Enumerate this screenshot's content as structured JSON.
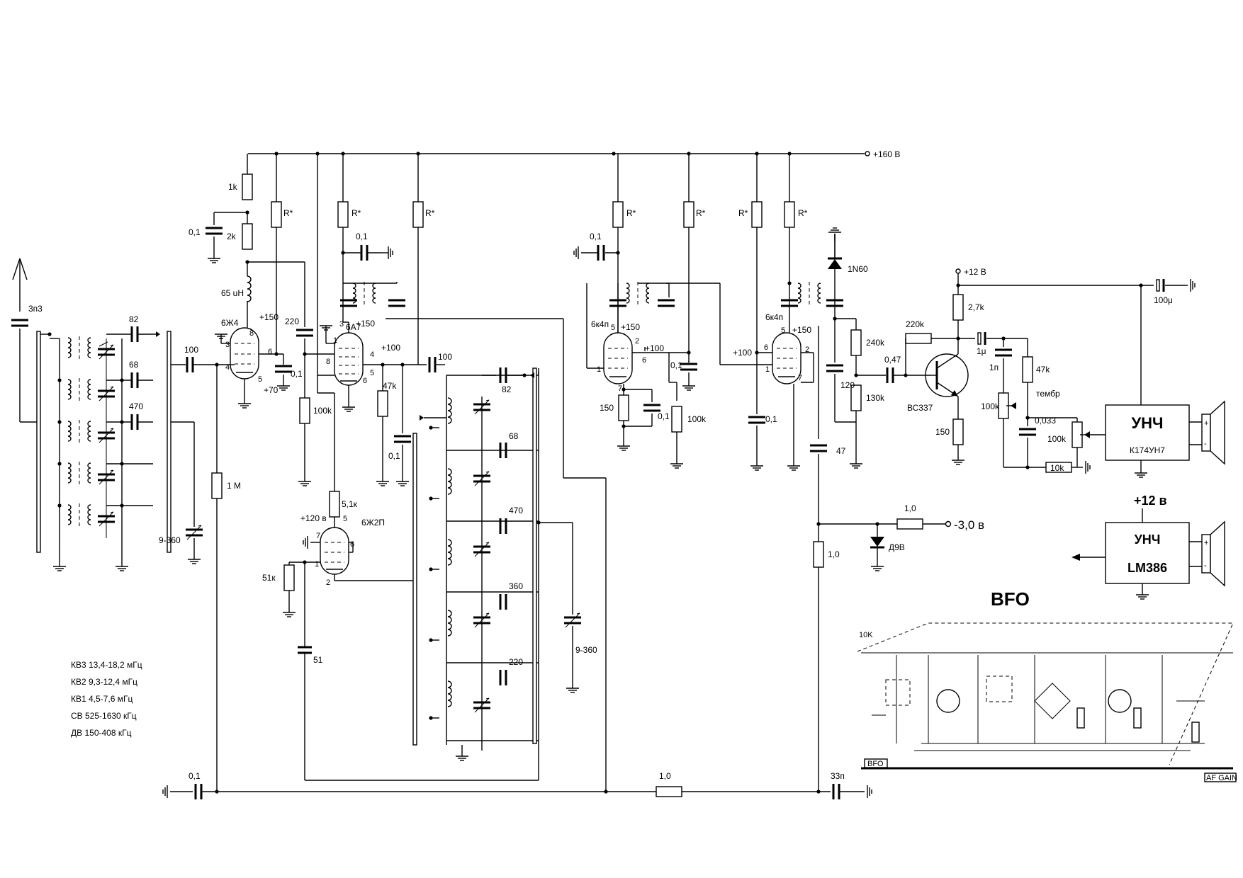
{
  "supply": {
    "main": "+160 В",
    "transistor": "+12 В"
  },
  "tubes": {
    "t1": {
      "type": "6Ж4",
      "pin_plate": "+150",
      "pin_screen": "+70"
    },
    "t2": {
      "type": "6А7",
      "pin_plate": "+150",
      "pin_screen": "+100"
    },
    "t3": {
      "type": "6к4п",
      "pin_plate": "+150",
      "pin_screen": "+100"
    },
    "t4": {
      "type": "6к4п",
      "pin_plate": "+150",
      "pin_screen": "+100"
    },
    "t5": {
      "type": "6Ж2П",
      "pin_plate": "+120 в"
    }
  },
  "parts": {
    "c_ant": "3п3",
    "c_82a": "82",
    "c_68a": "68",
    "c_470a": "470",
    "c_100a": "100",
    "c_var1": "9-360",
    "r_1m": "1 М",
    "r_1k": "1k",
    "c_01a": "0,1",
    "r_2k": "2k",
    "l_65": "65 uH",
    "r_star": "R*",
    "c_220": "220",
    "c_01b": "0,1",
    "r_100k_a": "100k",
    "c_01c": "0,1",
    "c_100b": "100",
    "r_47k": "47k",
    "c_01d": "0,1",
    "r_51k_a": "5,1к",
    "r_51k_b": "51к",
    "c_51": "51",
    "c_82b": "82",
    "c_68b": "68",
    "c_470b": "470",
    "c_360": "360",
    "c_220b": "220",
    "c_var2": "9-360",
    "c_01e": "0,1",
    "r_150a": "150",
    "c_01f": "0,1",
    "r_100k_b": "100k",
    "c_01g": "0,1",
    "c_01h": "0,1",
    "d_1n60": "1N60",
    "r_240k": "240k",
    "c_120": "120",
    "r_130k": "130k",
    "c_047": "0,47",
    "c_47": "47",
    "r_1_0a": "1,0",
    "r_1_0b": "1,0",
    "r_1_0c": "1,0",
    "bias": "-3,0 в",
    "d_d9v": "Д9В",
    "r_27k": "2,7k",
    "r_220k": "220k",
    "c_1u": "1μ",
    "c_1n": "1п",
    "r_47k_b": "47k",
    "tone": "тембр",
    "r_100k_c": "100k",
    "c_0033": "0,033",
    "r_100k_d": "100k",
    "r_10k": "10k",
    "q1": "ВС337",
    "r_150b": "150",
    "c_100u": "100μ",
    "c_01bot": "0,1",
    "c_33n": "33п"
  },
  "amp1": {
    "title": "УНЧ",
    "chip": "К174УН7"
  },
  "amp2": {
    "title": "УНЧ",
    "chip": "LM386",
    "supply": "+12 в"
  },
  "bfo": {
    "title": "BFO",
    "label_bfo": "BFO",
    "label_gain": "AF GAIN",
    "label_10k": "10K"
  },
  "bands": [
    "КВ3 13,4-18,2 мГц",
    "КВ2 9,3-12,4 мГц",
    "КВ1 4,5-7,6 мГц",
    "СВ 525-1630 кГц",
    "ДВ 150-408 кГц"
  ]
}
